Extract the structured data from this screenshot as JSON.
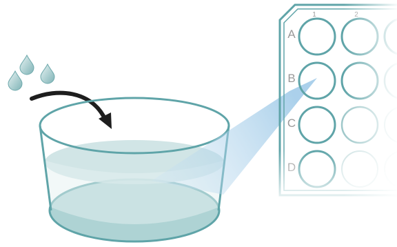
{
  "plate": {
    "column_labels": [
      "1",
      "2"
    ],
    "row_labels": [
      "A",
      "B",
      "C",
      "D"
    ]
  },
  "colors": {
    "teal_stroke": "#5fa4a8",
    "teal_fill": "#aed3d4",
    "liquid_top": "#c9e1e2",
    "drop_light": "#dceced",
    "beam_blue": "#a9cfe8",
    "arrow": "#1e1e1e"
  },
  "icons": [
    "water-drop-icon",
    "curved-arrow-icon",
    "dish-icon",
    "well-plate-icon"
  ]
}
